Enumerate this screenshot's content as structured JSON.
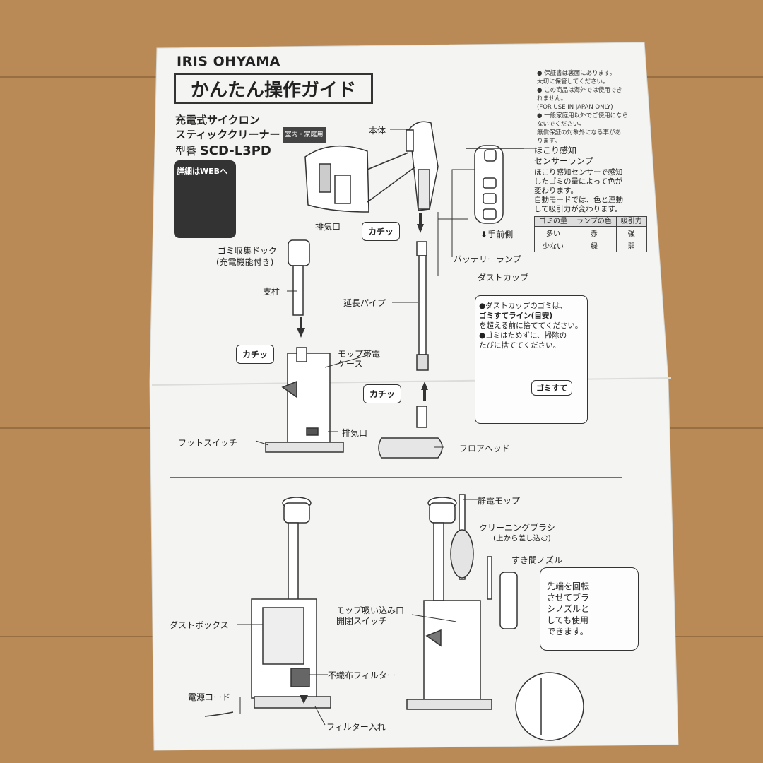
{
  "brand": "IRIS OHYAMA",
  "guide_title": "かんたん操作ガイド",
  "product": {
    "line1": "充電式サイクロン",
    "line2": "スティッククリーナー",
    "usage_tag": "室内・家庭用",
    "model_label": "型番",
    "model_number": "SCD-L3PD"
  },
  "qr": {
    "label": "詳細はWEBへ"
  },
  "notes": [
    "● 保証書は裏面にあります。",
    "大切に保管してください。",
    "● この商品は海外では使用でき",
    "れません。",
    "(FOR USE IN JAPAN ONLY)",
    "● 一般家庭用以外でご使用になら",
    "ないでください。",
    "無償保証の対象外になる事があ",
    "ります。"
  ],
  "labels": {
    "body": "本体",
    "exhaust_top": "排気口",
    "dock": "ゴミ収集ドック",
    "dock_sub": "(充電機能付き)",
    "pillar": "支柱",
    "mop_case_1": "モップ帯電",
    "mop_case_2": "ケース",
    "exhaust_dock": "排気口",
    "foot_switch": "フットスイッチ",
    "extension_pipe": "延長パイプ",
    "floor_head": "フロアヘッド",
    "battery_lamp": "バッテリーランプ",
    "dust_cup": "ダストカップ",
    "toward_front": "手前側",
    "sensor_lamp_1": "ほこり感知",
    "sensor_lamp_2": "センサーランプ",
    "sensor_desc_1": "ほこり感知センサーで感知",
    "sensor_desc_2": "したゴミの量によって色が",
    "sensor_desc_3": "変わります。",
    "sensor_desc_4": "自動モードでは、色と連動",
    "sensor_desc_5": "して吸引力が変わります。",
    "click": "カチッ",
    "dust_box": "ダストボックス",
    "nonwoven_filter": "不織布フィルター",
    "power_cord": "電源コード",
    "filter_slot": "フィルター入れ",
    "static_mop": "静電モップ",
    "cleaning_brush": "クリーニングブラシ",
    "cleaning_brush_sub": "(上から差し込む)",
    "crevice_nozzle": "すき間ノズル",
    "mop_switch_1": "モップ吸い込み口",
    "mop_switch_2": "開閉スイッチ"
  },
  "sensor_table": {
    "headers": [
      "ゴミの量",
      "ランプの色",
      "吸引力"
    ],
    "rows": [
      [
        "多い",
        "赤",
        "強"
      ],
      [
        "少ない",
        "緑",
        "弱"
      ]
    ]
  },
  "dust_note": {
    "line1": "●ダストカップのゴミは、",
    "line2": "ゴミすてライン(目安)",
    "line3": "を超える前に捨ててください。",
    "line4": "●ゴミはためずに、掃除の",
    "line5": "たびに捨ててください。",
    "line_label": "ゴミすて"
  },
  "nozzle_tip": [
    "先端を回転",
    "させてブラ",
    "シノズルと",
    "しても使用",
    "できます。"
  ],
  "colors": {
    "paper": "#f4f4f2",
    "ink": "#222222",
    "wood": "#b98a55"
  }
}
